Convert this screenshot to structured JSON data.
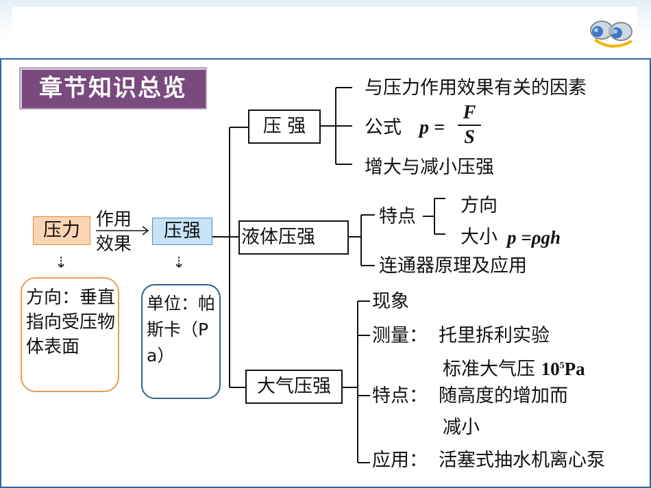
{
  "title": "章节知识总览",
  "icons": {
    "binoculars": "binoculars-icon"
  },
  "root": {
    "label": "压力",
    "connector": [
      "作用",
      "效果"
    ],
    "effect": "压强",
    "direction_note": "方向：垂直指向受压物体表面",
    "unit_note": "单位：帕斯卡（Pa）"
  },
  "branches": {
    "pressure": {
      "label": "压 强",
      "items": {
        "factors": "与压力作用效果有关的因素",
        "formula_prefix": "公式",
        "formula_var": "p =",
        "formula_num": "F",
        "formula_den": "S",
        "change": "增大与减小压强"
      }
    },
    "liquid": {
      "label": "液体压强",
      "features_label": "特点",
      "direction": "方向",
      "size_prefix": "大小",
      "size_formula": "p =ρgh",
      "connector_principle": "连通器原理及应用"
    },
    "atmosphere": {
      "label": "大气压强",
      "phenomenon": "现象",
      "measure_label": "测量：",
      "measure_value": "托里拆利实验",
      "standard_prefix": "标准大气压 ",
      "standard_value": "10",
      "standard_exp": "5",
      "standard_unit": "Pa",
      "feature_label": "特点：",
      "feature_value_1": "随高度的增加而",
      "feature_value_2": "减小",
      "application_label": "应用：",
      "application_value": "活塞式抽水机离心泵"
    }
  },
  "colors": {
    "title_bg": "#7a4a7f",
    "frame": "#2a67a6",
    "orange_fill": "#fbd4b4",
    "orange_border": "#e58b3a",
    "blue_fill": "#c7e3f4",
    "blue_border": "#4a90c8"
  }
}
